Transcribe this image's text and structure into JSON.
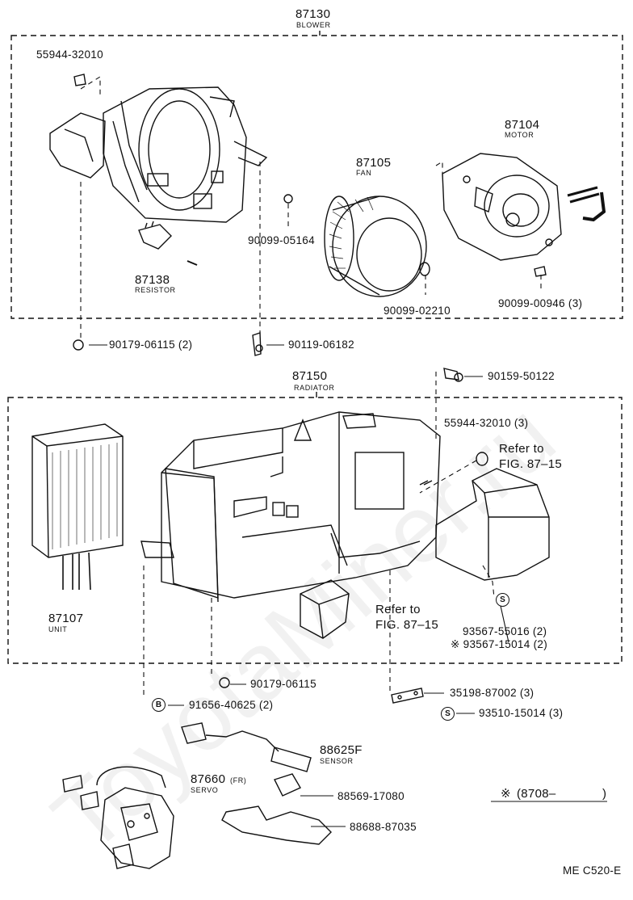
{
  "watermark": "ToyotaMiner.ru",
  "blower": {
    "group_number": "87130",
    "group_name": "BLOWER",
    "parts": {
      "bracket_bolt": "55944-32010",
      "motor_number": "87104",
      "motor_name": "MOTOR",
      "fan_number": "87105",
      "fan_name": "FAN",
      "resistor_number": "87138",
      "resistor_name": "RESISTOR",
      "nut": "90099-05164",
      "washer": "90099-02210",
      "motor_screw": "90099-00946  (3)",
      "clip": "90179-06115  (2)",
      "bolt": "90119-06182"
    }
  },
  "radiator": {
    "group_number": "87150",
    "group_name": "RADIATOR",
    "parts": {
      "top_screw": "90159-50122",
      "grommet": "55944-32010  (3)",
      "refer_upper_line1": "Refer to",
      "refer_upper_line2": "FIG. 87–15",
      "unit_number": "87107",
      "unit_name": "UNIT",
      "refer_lower_line1": "Refer to",
      "refer_lower_line2": "FIG. 87–15",
      "screw_a": "93567-55016  (2)",
      "screw_b": "※ 93567-15014  (2)",
      "nut": "90179-06115",
      "bracket": "35198-87002  (3)",
      "screw_s": "93510-15014  (3)",
      "bolt_b": "91656-40625  (2)"
    }
  },
  "lower": {
    "sensor_number": "88625F",
    "sensor_name": "SENSOR",
    "servo_number": "87660",
    "servo_suffix": "(FR)",
    "servo_name": "SERVO",
    "clamp": "88569-17080",
    "plate": "88688-87035",
    "note_mark": "※",
    "note_text": "(8708–",
    "note_close": ")",
    "code": "ME C520-E",
    "marker_s": "S",
    "marker_b": "B"
  }
}
